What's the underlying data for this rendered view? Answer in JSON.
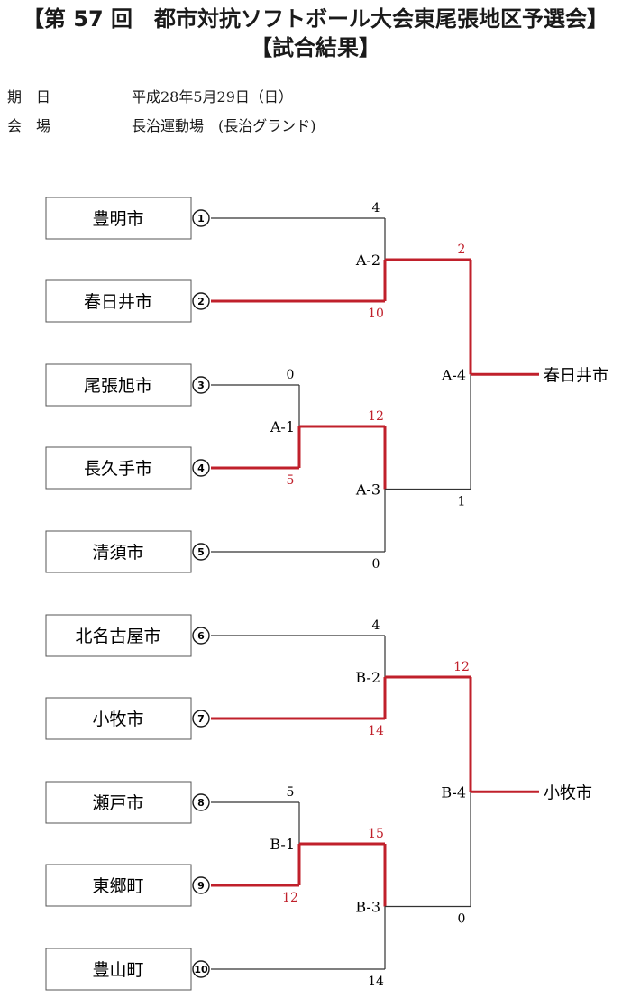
{
  "title": "【第 57 回　都市対抗ソフトボール大会東尾張地区予選会】",
  "subtitle": "【試合結果】",
  "info": {
    "date_label": [
      "期",
      "日"
    ],
    "date_value": "平成28年5月29日（日）",
    "venue_label": [
      "会",
      "場"
    ],
    "venue_value": "長治運動場　(長治グランド)"
  },
  "colors": {
    "winner_line": "#c0202b",
    "loser_line": "#333333"
  },
  "teams": [
    {
      "seed": "1",
      "name": "豊明市"
    },
    {
      "seed": "2",
      "name": "春日井市"
    },
    {
      "seed": "3",
      "name": "尾張旭市"
    },
    {
      "seed": "4",
      "name": "長久手市"
    },
    {
      "seed": "5",
      "name": "清須市"
    },
    {
      "seed": "6",
      "name": "北名古屋市"
    },
    {
      "seed": "7",
      "name": "小牧市"
    },
    {
      "seed": "8",
      "name": "瀬戸市"
    },
    {
      "seed": "9",
      "name": "東郷町"
    },
    {
      "seed": "10",
      "name": "豊山町"
    }
  ],
  "matches": [
    {
      "id": "A-1",
      "top": "尾張旭市",
      "top_score": "0",
      "bottom": "長久手市",
      "bottom_score": "5",
      "winner": "bottom"
    },
    {
      "id": "A-2",
      "top": "豊明市",
      "top_score": "4",
      "bottom": "春日井市",
      "bottom_score": "10",
      "winner": "bottom"
    },
    {
      "id": "A-3",
      "top": "A-1",
      "top_score": "12",
      "bottom": "清須市",
      "bottom_score": "0",
      "winner": "top"
    },
    {
      "id": "A-4",
      "top": "A-2",
      "top_score": "2",
      "bottom": "A-3",
      "bottom_score": "1",
      "winner": "top"
    },
    {
      "id": "B-1",
      "top": "瀬戸市",
      "top_score": "5",
      "bottom": "東郷町",
      "bottom_score": "12",
      "winner": "bottom"
    },
    {
      "id": "B-2",
      "top": "北名古屋市",
      "top_score": "4",
      "bottom": "小牧市",
      "bottom_score": "14",
      "winner": "bottom"
    },
    {
      "id": "B-3",
      "top": "B-1",
      "top_score": "15",
      "bottom": "豊山町",
      "bottom_score": "14",
      "winner": "top"
    },
    {
      "id": "B-4",
      "top": "B-2",
      "top_score": "12",
      "bottom": "B-3",
      "bottom_score": "0",
      "winner": "top"
    }
  ],
  "champions": {
    "A": "春日井市",
    "B": "小牧市"
  }
}
